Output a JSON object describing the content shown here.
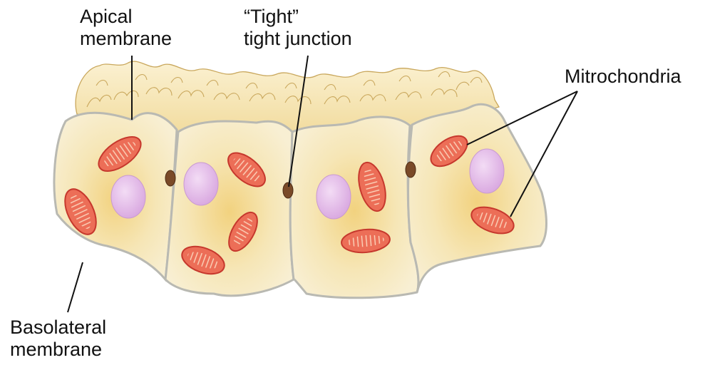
{
  "labels": {
    "apical": "Apical\nmembrane",
    "tight": "“Tight”\ntight junction",
    "mito": "Mitrochondria",
    "basolateral": "Basolateral\nmembrane"
  },
  "colors": {
    "cytoplasm": "#f6ebc6",
    "cytoplasm_center": "#f2d58a",
    "membrane": "#b9b9b2",
    "microvilli": "#f3e2b2",
    "microvilli_edge": "#c9a75c",
    "nucleus": "#e7c1ec",
    "mitochondrion": "#ec6e57",
    "mitochondrion_edge": "#c6382d",
    "junction": "#7a4a28",
    "leader_line": "#111111"
  }
}
